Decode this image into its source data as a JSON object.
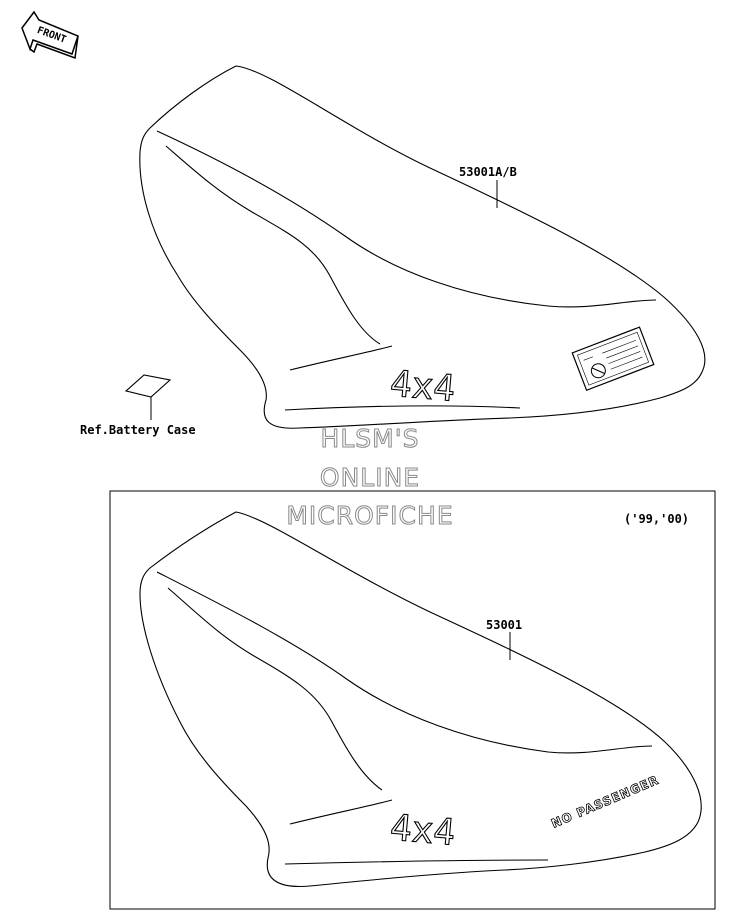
{
  "front_badge": {
    "text": "FRONT"
  },
  "upper_assembly": {
    "part_number": "53001A/B",
    "seat_graphic": "4x4",
    "ref_label": "Ref.Battery Case"
  },
  "lower_assembly": {
    "part_number": "53001",
    "seat_graphic": "4x4",
    "decal_text": "NO PASSENGER",
    "years": "('99,'00)"
  },
  "watermark": {
    "line1": "HLSM'S",
    "line2": "ONLINE",
    "line3": "MICROFICHE"
  },
  "colors": {
    "ink": "#000000",
    "watermark_outline": "#8a8a8a",
    "background": "#ffffff"
  }
}
